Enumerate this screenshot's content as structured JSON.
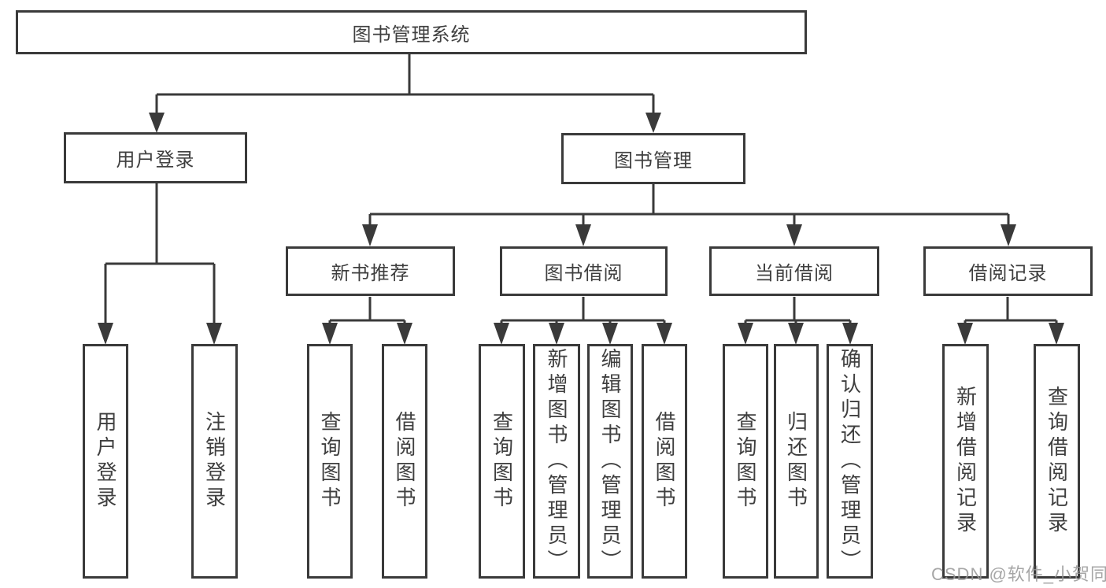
{
  "diagram": {
    "root": "图书管理系统",
    "level2": [
      {
        "label": "用户登录",
        "children": [
          "用户登录",
          "注销登录"
        ]
      },
      {
        "label": "图书管理"
      }
    ],
    "groups": [
      {
        "label": "新书推荐",
        "children": [
          "查询图书",
          "借阅图书"
        ]
      },
      {
        "label": "图书借阅",
        "children": [
          "查询图书",
          "新增图书（管理员）",
          "编辑图书（管理员）",
          "借阅图书"
        ]
      },
      {
        "label": "当前借阅",
        "children": [
          "查询图书",
          "归还图书",
          "确认归还（管理员）"
        ]
      },
      {
        "label": "借阅记录",
        "children": [
          "新增借阅记录",
          "查询借阅记录"
        ]
      }
    ]
  },
  "watermark": "CSDN @软件_小贺同学",
  "colors": {
    "line": "#3a3a3a",
    "text": "#3f3f3f",
    "background": "#ffffff",
    "watermark": "#969696"
  }
}
